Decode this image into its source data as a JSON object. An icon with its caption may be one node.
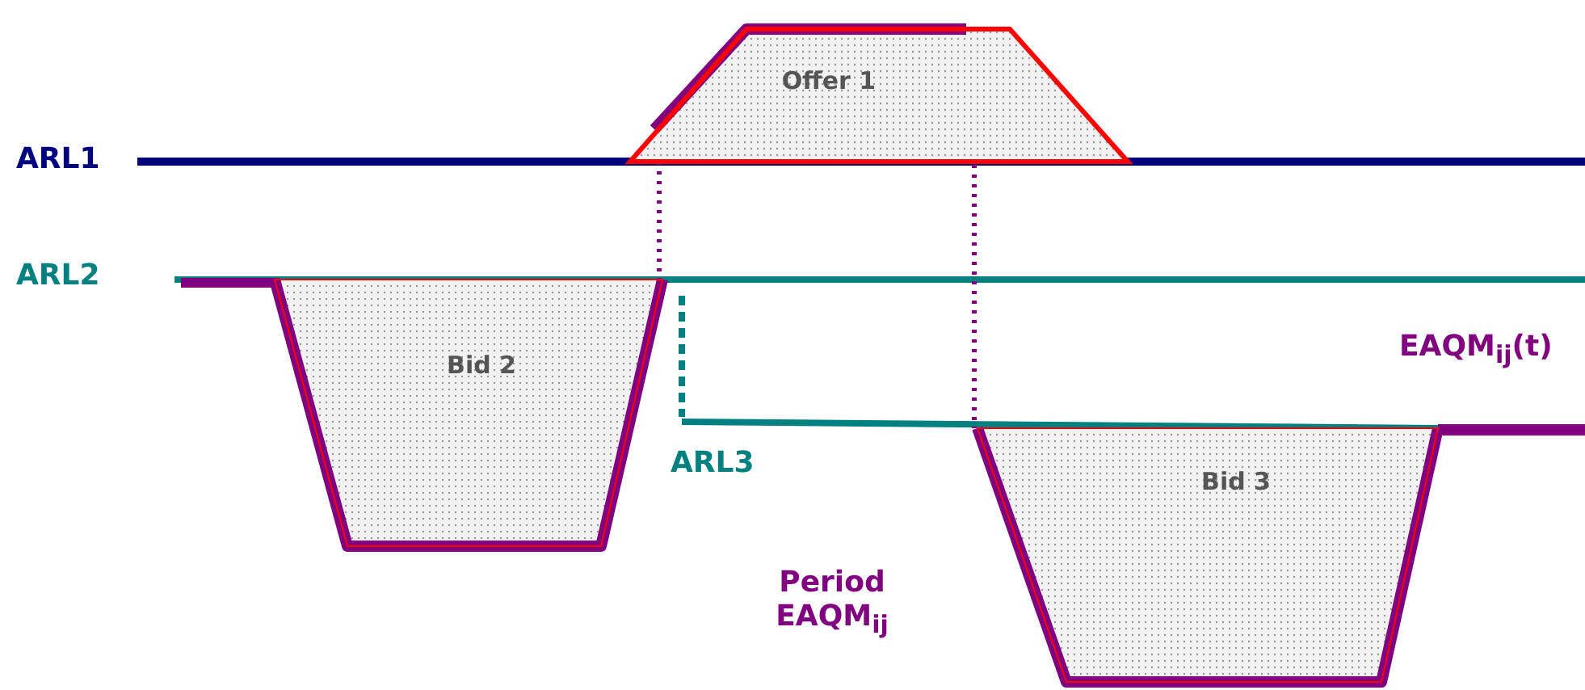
{
  "diagram": {
    "nodes": [
      {
        "text": [
          "Offer 1"
        ]
      },
      {
        "text": [
          "Bid 2"
        ]
      },
      {
        "text": [
          "Bid 3"
        ]
      }
    ],
    "edges": [
      {
        "from": 0,
        "to": 1,
        "arrow": "none",
        "style": "dashed"
      },
      {
        "from": 0,
        "to": 2,
        "arrow": "none",
        "style": "dashed"
      }
    ],
    "labels": [
      "ARL1",
      "ARL2",
      "EAQM$_{ij}$(t)",
      "ARL3",
      "Period EAQM$_{ij}$"
    ]
  }
}
